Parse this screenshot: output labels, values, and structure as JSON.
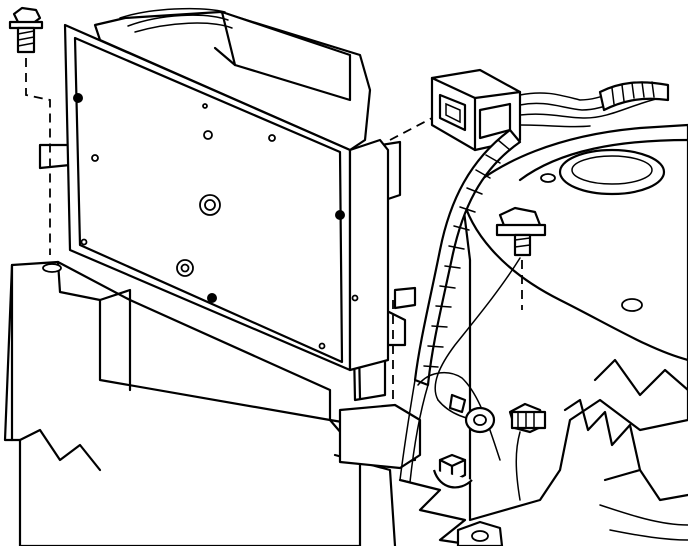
{
  "illustration": {
    "parts": [
      "module-housing",
      "mounting-bolt-top-left",
      "wiring-connector",
      "mounting-bracket",
      "ground-bolt",
      "ground-wire",
      "mounting-nut",
      "wire-harness",
      "engine-block-section"
    ],
    "colors": {
      "line": "#000000",
      "background": "#ffffff"
    }
  }
}
